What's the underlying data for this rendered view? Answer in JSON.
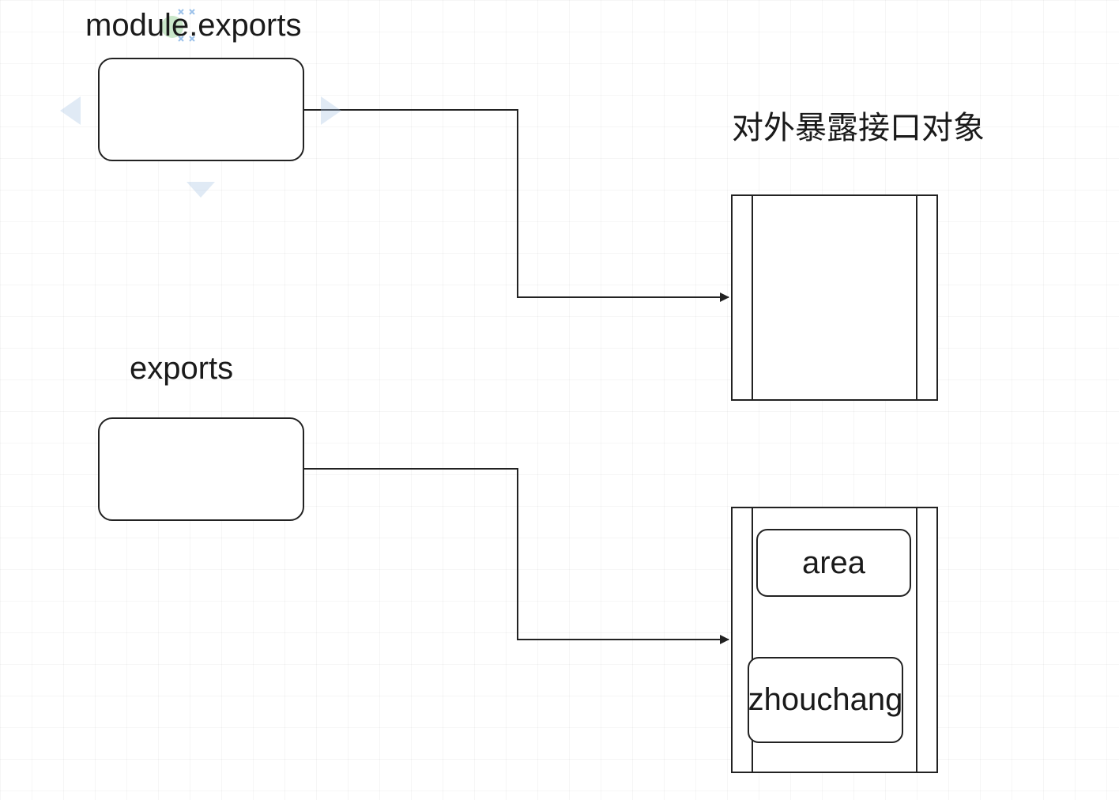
{
  "labels": {
    "module_exports": "module.exports",
    "exports": "exports",
    "exposed_object": "对外暴露接口对象"
  },
  "items": [
    {
      "label": "area"
    },
    {
      "label": "zhouchang"
    }
  ],
  "colors": {
    "stroke": "#222222",
    "text": "#1a1a1a",
    "background": "#ffffff",
    "selection_accent": "#4a90d9"
  }
}
